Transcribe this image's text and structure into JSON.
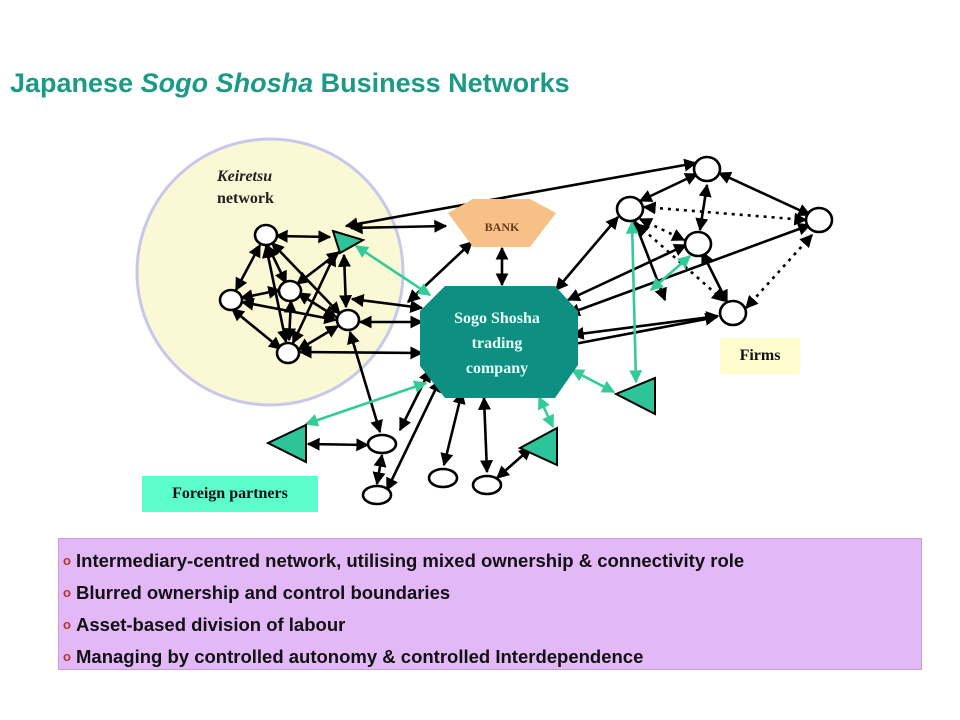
{
  "title": {
    "part1": "Japanese ",
    "part2": "Sogo Shosha",
    "part3": " Business Networks"
  },
  "diagram": {
    "keiretsu_line1": "Keiretsu",
    "keiretsu_line2": "network",
    "bank_label": "BANK",
    "sogo_line1": "Sogo Shosha",
    "sogo_line2": "trading",
    "sogo_line3": "company",
    "firms_label": "Firms",
    "foreign_label": "Foreign partners"
  },
  "bullets": [
    {
      "text": "Intermediary-centred network, utilising mixed ownership & connectivity role"
    },
    {
      "text": "Blurred ownership and control boundaries"
    },
    {
      "text": "Asset-based division of labour"
    },
    {
      "text": "Managing by controlled autonomy & controlled Interdependence"
    }
  ],
  "colors": {
    "title": "#1a9a87",
    "teal_octagon": "#0d9082",
    "bank": "#f6c086",
    "triangle": "#2ec49a",
    "keiretsu_fill": "#fbf8d6",
    "keiretsu_stroke": "#c8c8ec",
    "firms_box": "#fffcd0",
    "foreign_box": "#5cffcc",
    "bullet_box": "#e3b8f7",
    "teal_arrow": "#33cc99"
  }
}
